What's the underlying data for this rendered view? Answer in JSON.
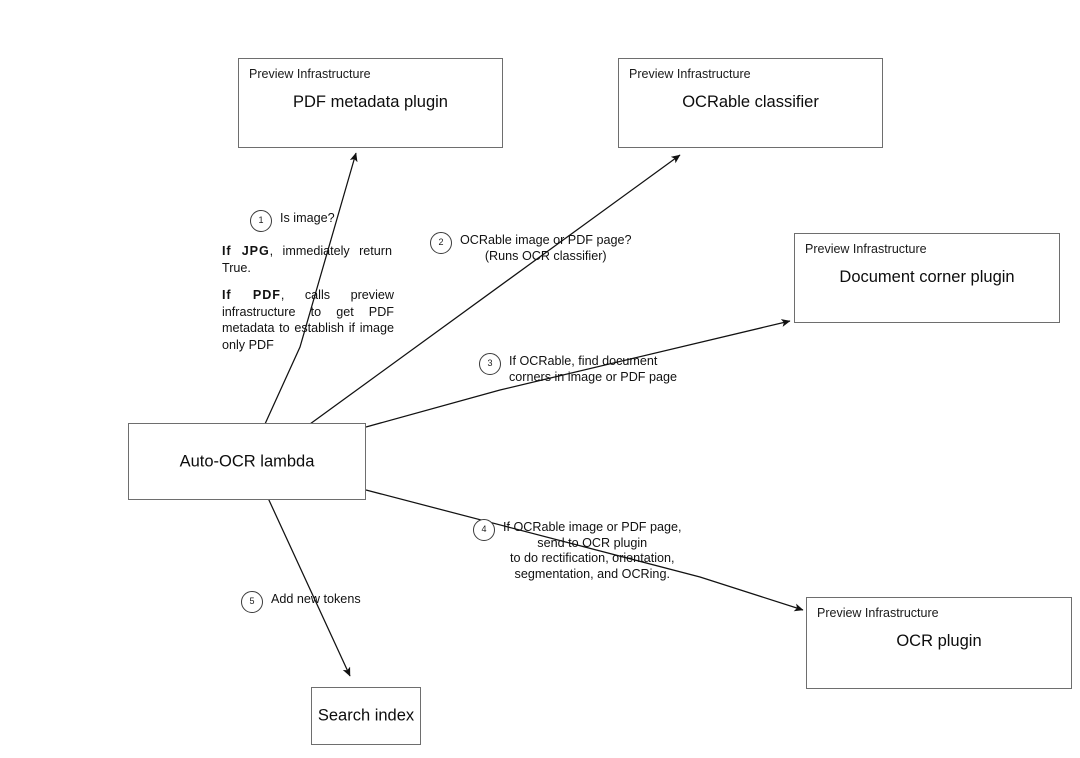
{
  "diagram": {
    "title": "Auto-OCR lambda flow",
    "stroke_color": "#6e6e6e",
    "text_color": "#111111",
    "background": "#ffffff"
  },
  "nodes": {
    "pdf_metadata_plugin": {
      "subtitle": "Preview Infrastructure",
      "title": "PDF metadata plugin"
    },
    "ocrable_classifier": {
      "subtitle": "Preview Infrastructure",
      "title": "OCRable classifier"
    },
    "document_corner_plugin": {
      "subtitle": "Preview Infrastructure",
      "title": "Document corner plugin"
    },
    "ocr_plugin": {
      "subtitle": "Preview Infrastructure",
      "title": "OCR plugin"
    },
    "auto_ocr_lambda": {
      "title": "Auto-OCR lambda"
    },
    "search_index": {
      "title": "Search index"
    }
  },
  "steps": [
    {
      "number": "1",
      "label": "Is image?"
    },
    {
      "number": "2",
      "label": "OCRable image or PDF page?\n(Runs OCR classifier)"
    },
    {
      "number": "3",
      "label": "If OCRable, find document\ncorners in image or PDF page"
    },
    {
      "number": "4",
      "label": "If OCRable image or PDF page,\nsend to OCR plugin\nto do rectification, orientation,\nsegmentation, and OCRing."
    },
    {
      "number": "5",
      "label": "Add new tokens"
    }
  ],
  "notes": {
    "jpg": {
      "lead": "If  JPG",
      "body": ",  immediately  return True."
    },
    "pdf": {
      "lead": "If  PDF",
      "body": ",  calls  preview infrastructure  to  get  PDF metadata  to  establish  if image only PDF"
    }
  }
}
